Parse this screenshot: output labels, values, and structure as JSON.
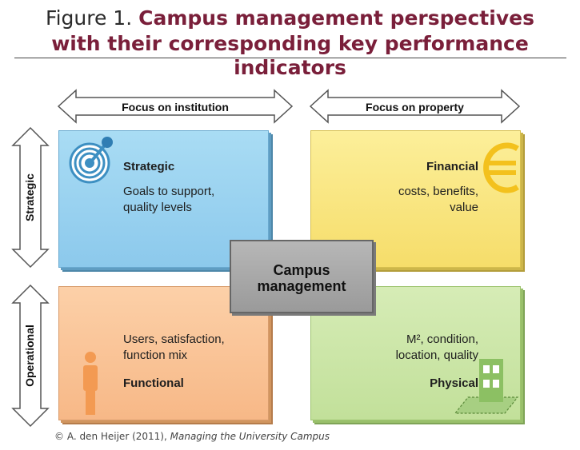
{
  "title": {
    "prefix": "Figure 1.",
    "line1_bold": "Campus management perspectives",
    "line2": "with their corresponding key performance indicators"
  },
  "arrows": {
    "top_left": "Focus on institution",
    "top_right": "Focus on property",
    "left_top": "Strategic",
    "left_bottom": "Operational"
  },
  "quadrants": {
    "strategic": {
      "title": "Strategic",
      "text": "Goals to support,\nquality levels",
      "icon": "target-icon"
    },
    "financial": {
      "title": "Financial",
      "text": "costs, benefits,\nvalue",
      "icon": "euro-icon"
    },
    "functional": {
      "title": "Functional",
      "text": "Users, satisfaction,\nfunction mix",
      "icon": "person-icon"
    },
    "physical": {
      "title": "Physical",
      "text": "M², condition,\nlocation, quality",
      "icon": "building-icon"
    }
  },
  "center": {
    "label": "Campus\nmanagement"
  },
  "credit": {
    "author": "© A. den Heijer (2011),",
    "work": "Managing the University Campus"
  },
  "colors": {
    "title_accent": "#7a1f3a",
    "strategic": "#9fd5f1",
    "financial": "#f9e680",
    "functional": "#f9c59a",
    "physical": "#cce6a8",
    "center": "#a8a8a8"
  }
}
